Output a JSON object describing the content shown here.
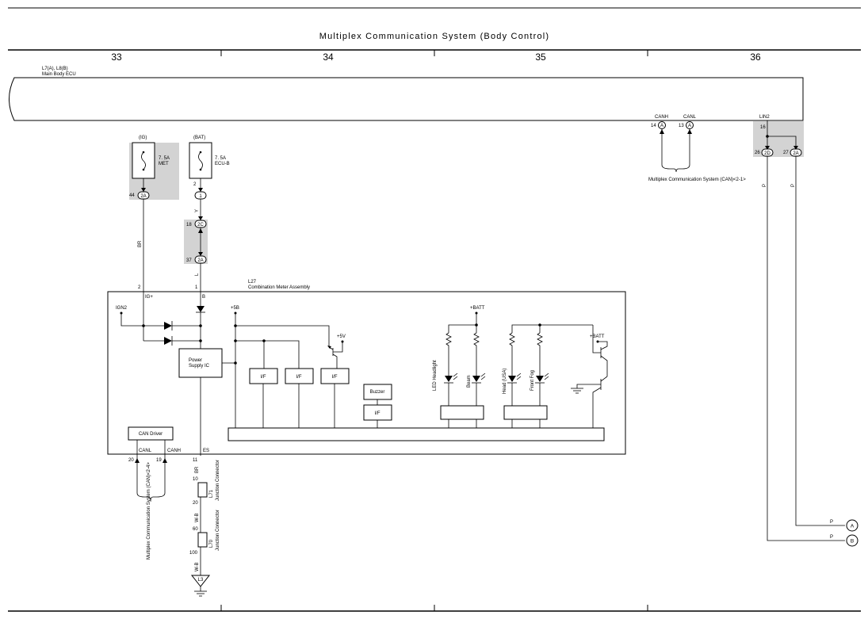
{
  "title": "Multiplex Communication System (Body Control)",
  "columns": [
    "33",
    "34",
    "35",
    "36"
  ],
  "ecu": {
    "codes": "L7(A), L8(B)",
    "name": "Main Body ECU",
    "pins": {
      "canh_label": "CANH",
      "canh_pin": "14",
      "canh_conn": "A",
      "canl_label": "CANL",
      "canl_pin": "13",
      "canl_conn": "A",
      "lin_label": "LIN2",
      "lin_pin": "16"
    },
    "lin_junction": {
      "left_pin": "26",
      "left_conn": "2D",
      "right_pin": "27",
      "right_conn": "2A",
      "wire": "P"
    },
    "can_ref": "Multiplex Communication System (CAN)<2-1>"
  },
  "fuses": {
    "met": {
      "supply": "(IG)",
      "rating": "7. 5A",
      "name": "MET",
      "pin": "44",
      "conn": "2A"
    },
    "ecub": {
      "supply": "(BAT)",
      "rating": "7. 5A",
      "name": "ECU-B",
      "pin": "2",
      "conn": "1"
    }
  },
  "wires": {
    "br": "BR",
    "y": "Y",
    "l": "L",
    "wb": "W-B",
    "p": "P"
  },
  "junction_18": {
    "pin": "18",
    "conn": "2C"
  },
  "junction_37": {
    "pin": "37",
    "conn": "2A"
  },
  "meter": {
    "code": "L27",
    "name": "Combination Meter Assembly",
    "pin_ig": "2",
    "pin_b": "1",
    "label_igplus": "IG+",
    "label_b": "B",
    "label_ign2": "IGN2",
    "label_5b": "+5B",
    "label_5v": "+5V",
    "label_batt": "+BATT",
    "power_ic": [
      "Power",
      "Supply IC"
    ],
    "if_label": "I/F",
    "buzzer": "Buzzer",
    "leds": [
      "LED Headlight",
      "Beam",
      "Head (USA)",
      "Front Fog"
    ],
    "can_driver": "CAN Driver",
    "canl": "CANL",
    "canh": "CANH",
    "es": "ES",
    "pin_canl": "20",
    "pin_canh": "19",
    "pin_es": "11"
  },
  "jc1": {
    "code": "L71",
    "label": "Junction Connector",
    "pin_top": "10",
    "pin_bottom": "20"
  },
  "jc2": {
    "code": "L70",
    "label": "Junction Connector",
    "pin_top": "60",
    "pin_bottom": "100"
  },
  "ground": "L3",
  "bottom_ref": "Multiplex Communication System (CAN)<2-4>",
  "off_page": [
    "A",
    "B"
  ]
}
